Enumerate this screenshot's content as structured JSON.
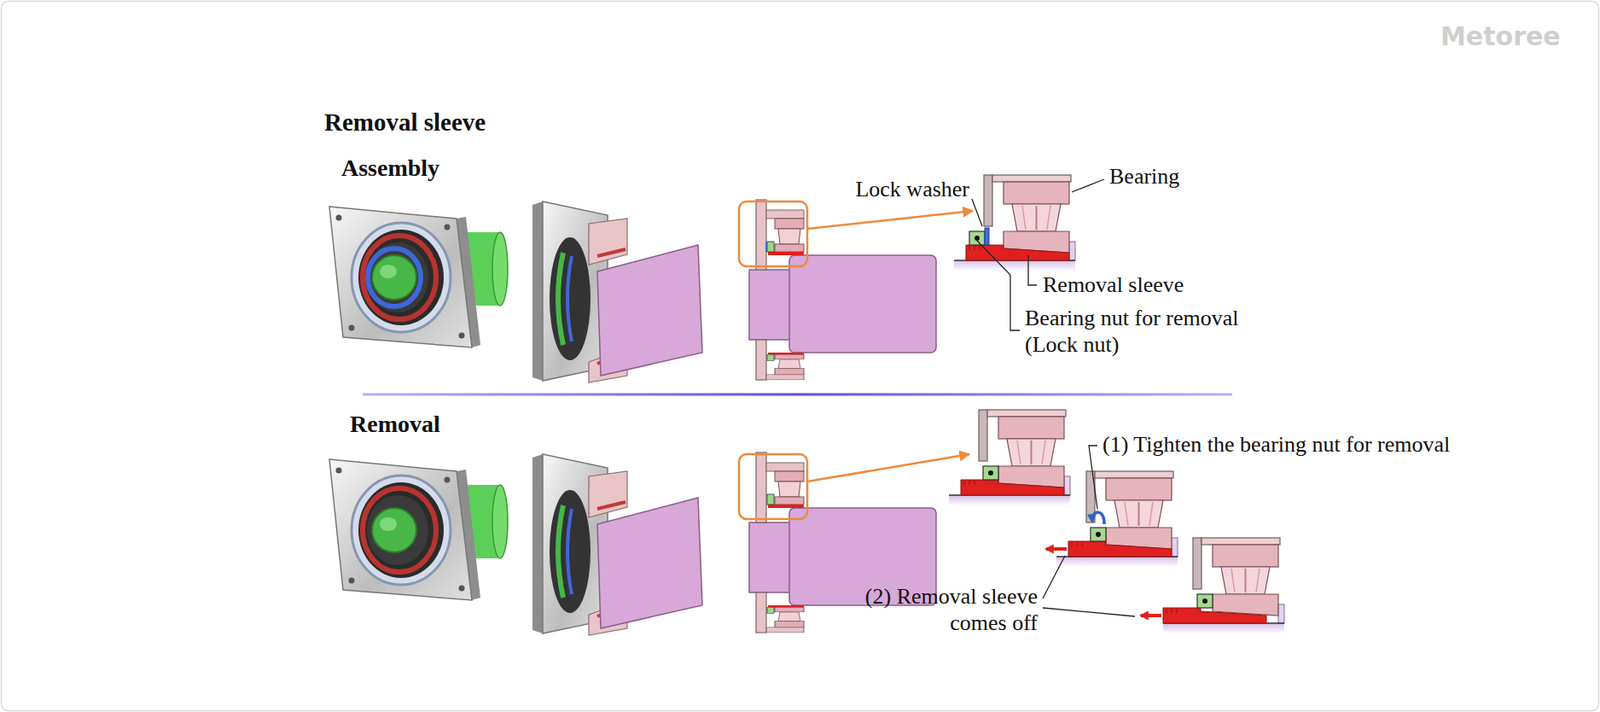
{
  "diagram": {
    "title": "Removal sleeve",
    "labels": [
      "Assembly",
      "Lock washer",
      "Bearing",
      "Removal sleeve",
      "Bearing nut for removal (Lock nut)",
      "Removal",
      "(1) Tighten the bearing nut for removal",
      "(2) Removal sleeve comes off",
      "Metoree"
    ]
  }
}
